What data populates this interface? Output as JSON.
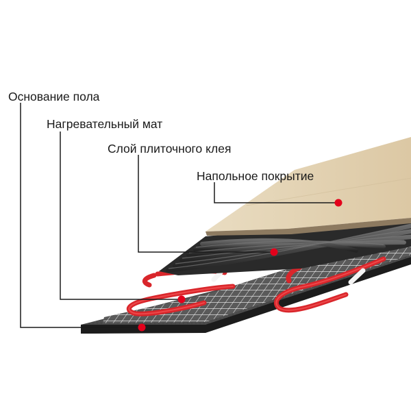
{
  "labels": {
    "floor_base": "Основание пола",
    "heating_mat": "Нагревательный мат",
    "tile_adhesive": "Слой плиточного клея",
    "floor_covering": "Напольное покрытие"
  },
  "colors": {
    "leader_line": "#1a1a1a",
    "marker_dot": "#e3001b",
    "cable_red": "#d9262b",
    "floor_covering": "#e6d5b5",
    "adhesive": "#3a3a3a",
    "mat_grid": "#f2f2f2",
    "base": "#4a4a4a"
  }
}
